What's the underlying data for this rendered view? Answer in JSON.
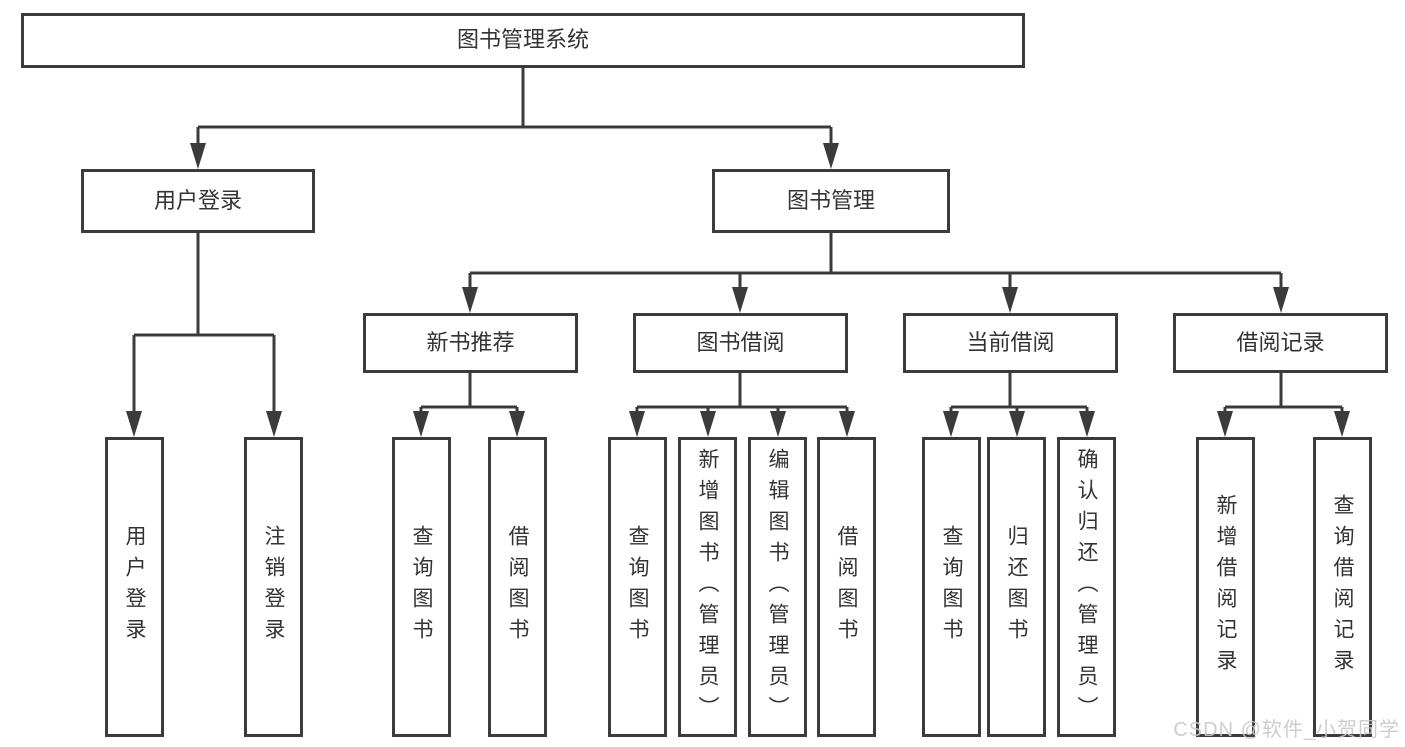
{
  "diagram": {
    "tree": {
      "root": {
        "label": "图书管理系统"
      },
      "children": [
        {
          "label": "用户登录",
          "children": [
            {
              "label": "用户登录"
            },
            {
              "label": "注销登录"
            }
          ]
        },
        {
          "label": "图书管理",
          "children": [
            {
              "label": "新书推荐",
              "children": [
                {
                  "label": "查询图书"
                },
                {
                  "label": "借阅图书"
                }
              ]
            },
            {
              "label": "图书借阅",
              "children": [
                {
                  "label": "查询图书"
                },
                {
                  "label": "新增图书（管理员）"
                },
                {
                  "label": "编辑图书（管理员）"
                },
                {
                  "label": "借阅图书"
                }
              ]
            },
            {
              "label": "当前借阅",
              "children": [
                {
                  "label": "查询图书"
                },
                {
                  "label": "归还图书"
                },
                {
                  "label": "确认归还（管理员）"
                }
              ]
            },
            {
              "label": "借阅记录",
              "children": [
                {
                  "label": "新增借阅记录"
                },
                {
                  "label": "查询借阅记录"
                }
              ]
            }
          ]
        }
      ]
    },
    "watermark": "CSDN @软件_小贺同学",
    "colors": {
      "line": "#3b3b3b",
      "text": "#333333",
      "watermark": "#c8c8c8",
      "background": "#ffffff"
    }
  }
}
